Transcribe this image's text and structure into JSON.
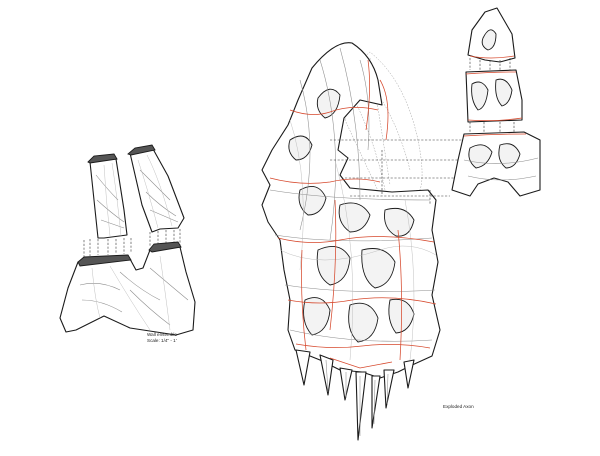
{
  "labels": {
    "wall_ensemble_title": "Wall ensemble",
    "wall_ensemble_scale": "Scale: 1/4\" - 1'",
    "exploded_axon": "Exploded Axon"
  },
  "colors": {
    "linework": "#1b1b1b",
    "secondary_lines": "#8d8d8d",
    "highlight_seams": "#d6482c",
    "cut_caps": "#555555",
    "background": "#ffffff"
  }
}
